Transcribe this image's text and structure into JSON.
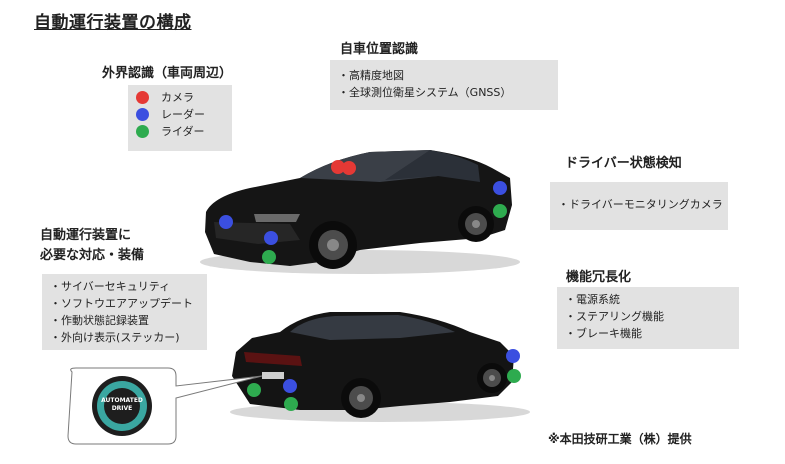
{
  "title": "自動運行装置の構成",
  "external": {
    "heading": "外界認識（車両周辺）",
    "legend": [
      {
        "label": "カメラ",
        "color": "#e53935"
      },
      {
        "label": "レーダー",
        "color": "#3b4fe0"
      },
      {
        "label": "ライダー",
        "color": "#2eab4f"
      }
    ]
  },
  "self_position": {
    "heading": "自車位置認識",
    "items": [
      "・高精度地図",
      "・全球測位衛星システム（GNSS）"
    ]
  },
  "driver_state": {
    "heading": "ドライバー状態検知",
    "items": [
      "・ドライバーモニタリングカメラ"
    ]
  },
  "required": {
    "heading_line1": "自動運行装置に",
    "heading_line2": "必要な対応・装備",
    "items": [
      "・サイバーセキュリティ",
      "・ソフトウエアアップデート",
      "・作動状態記録装置",
      "・外向け表示(ステッカー)"
    ]
  },
  "redundancy": {
    "heading": "機能冗長化",
    "items": [
      "・電源系統",
      "・ステアリング機能",
      "・ブレーキ機能"
    ]
  },
  "sticker": {
    "line1": "AUTOMATED",
    "line2": "DRIVE"
  },
  "credit": "※本田技研工業（株）提供",
  "colors": {
    "camera": "#e53935",
    "radar": "#3b4fe0",
    "lidar": "#2eab4f",
    "box": "#e2e2e2",
    "car": "#111111",
    "sticker_teal": "#3aa7a1"
  }
}
